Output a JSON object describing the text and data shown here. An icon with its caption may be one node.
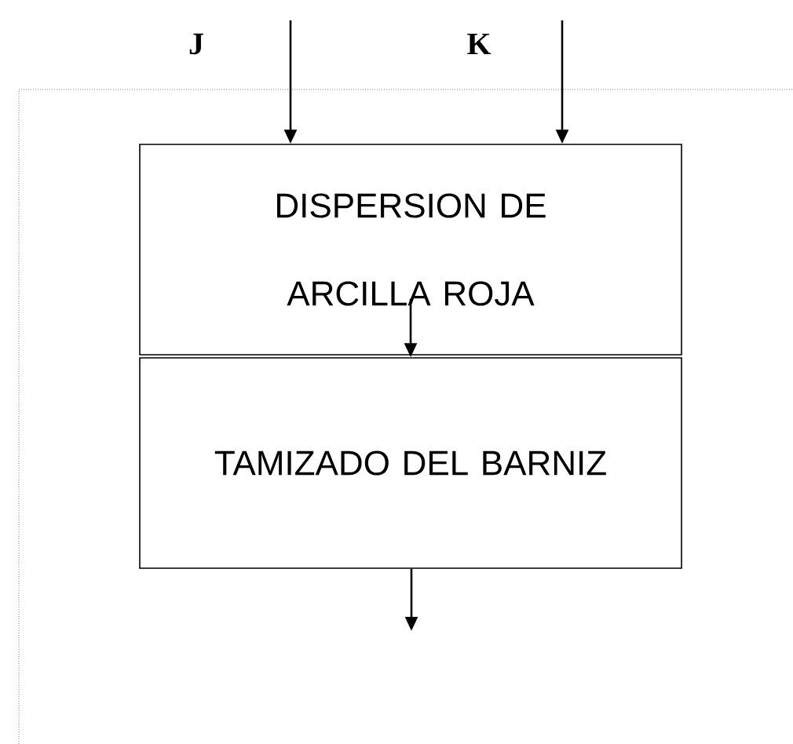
{
  "diagram": {
    "nodes": [
      {
        "text": [
          "DISPERSION DE ARCILLA ROJA"
        ]
      },
      {
        "text": [
          "TAMIZADO DEL BARNIZ"
        ]
      }
    ],
    "edges": [
      {
        "from": null,
        "to": 0,
        "arrow": "to"
      },
      {
        "from": null,
        "to": 0,
        "arrow": "to"
      },
      {
        "from": 0,
        "to": 1,
        "arrow": "to"
      },
      {
        "from": 1,
        "to": null,
        "arrow": "to"
      }
    ],
    "labels": [
      "J",
      "K"
    ]
  }
}
